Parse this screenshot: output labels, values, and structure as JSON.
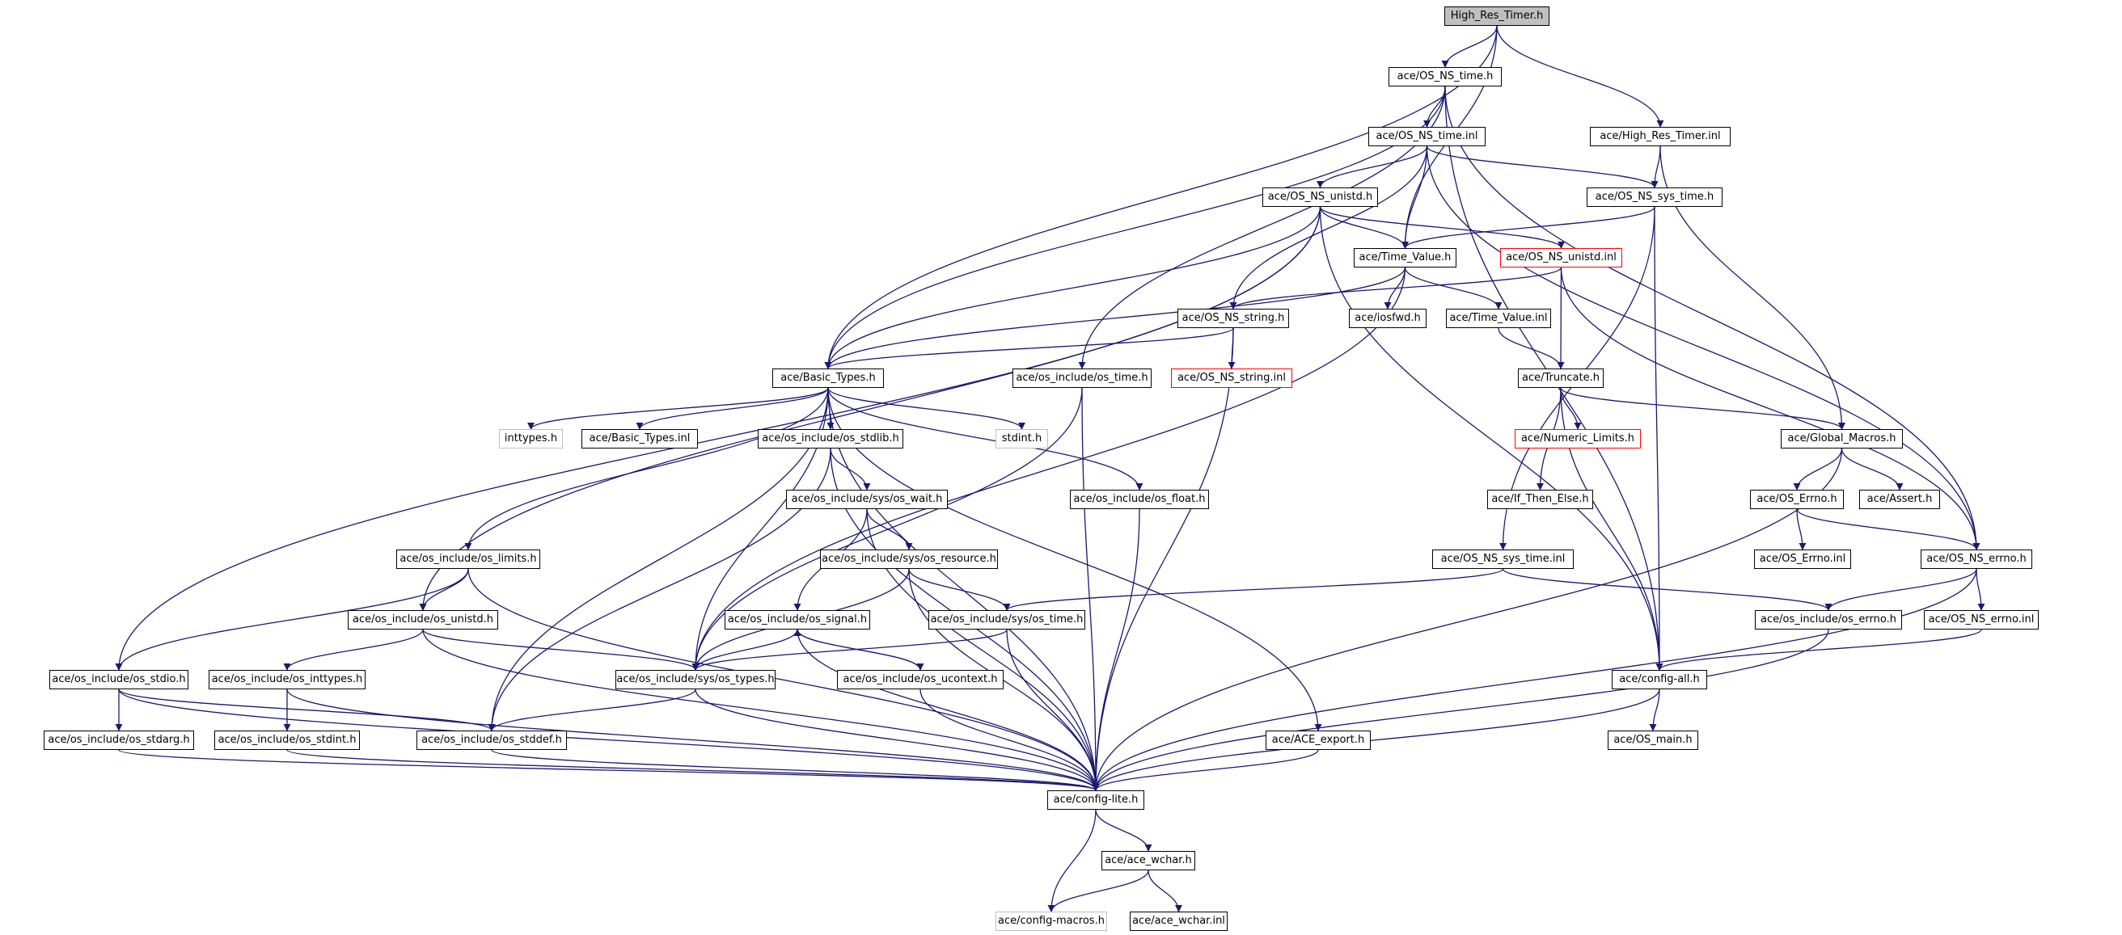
{
  "colors": {
    "edge": "#191970",
    "box_border": "#000000",
    "root_fill": "#bfbfbf",
    "truncated_border": "#ff0000",
    "external_border": "#bfbfbf"
  },
  "nodes": {
    "high_res_timer_h": "High_Res_Timer.h",
    "os_ns_time_h": "ace/OS_NS_time.h",
    "os_ns_time_inl": "ace/OS_NS_time.inl",
    "high_res_timer_inl": "ace/High_Res_Timer.inl",
    "os_ns_unistd_h": "ace/OS_NS_unistd.h",
    "os_ns_sys_time_h": "ace/OS_NS_sys_time.h",
    "time_value_h": "ace/Time_Value.h",
    "os_ns_unistd_inl": "ace/OS_NS_unistd.inl",
    "os_ns_string_h": "ace/OS_NS_string.h",
    "iosfwd_h": "ace/iosfwd.h",
    "time_value_inl": "ace/Time_Value.inl",
    "basic_types_h": "ace/Basic_Types.h",
    "os_include_os_time_h": "ace/os_include/os_time.h",
    "os_ns_string_inl": "ace/OS_NS_string.inl",
    "truncate_h": "ace/Truncate.h",
    "inttypes_h": "inttypes.h",
    "basic_types_inl": "ace/Basic_Types.inl",
    "os_stdlib_h": "ace/os_include/os_stdlib.h",
    "stdint_h": "stdint.h",
    "numeric_limits_h": "ace/Numeric_Limits.h",
    "global_macros_h": "ace/Global_Macros.h",
    "os_sys_wait_h": "ace/os_include/sys/os_wait.h",
    "os_float_h": "ace/os_include/os_float.h",
    "if_then_else_h": "ace/If_Then_Else.h",
    "os_errno_h": "ace/OS_Errno.h",
    "assert_h": "ace/Assert.h",
    "os_limits_h": "ace/os_include/os_limits.h",
    "os_sys_resource_h": "ace/os_include/sys/os_resource.h",
    "os_ns_sys_time_inl": "ace/OS_NS_sys_time.inl",
    "os_errno_inl": "ace/OS_Errno.inl",
    "os_ns_errno_h": "ace/OS_NS_errno.h",
    "os_unistd_h": "ace/os_include/os_unistd.h",
    "os_signal_h": "ace/os_include/os_signal.h",
    "os_sys_time_h": "ace/os_include/sys/os_time.h",
    "os_include_errno_h": "ace/os_include/os_errno.h",
    "os_ns_errno_inl": "ace/OS_NS_errno.inl",
    "os_stdio_h": "ace/os_include/os_stdio.h",
    "os_inttypes_h": "ace/os_include/os_inttypes.h",
    "os_sys_types_h": "ace/os_include/sys/os_types.h",
    "os_ucontext_h": "ace/os_include/os_ucontext.h",
    "config_all_h": "ace/config-all.h",
    "os_stdarg_h": "ace/os_include/os_stdarg.h",
    "os_stdint_h": "ace/os_include/os_stdint.h",
    "os_stddef_h": "ace/os_include/os_stddef.h",
    "ace_export_h": "ace/ACE_export.h",
    "os_main_h": "ace/OS_main.h",
    "config_lite_h": "ace/config-lite.h",
    "ace_wchar_h": "ace/ace_wchar.h",
    "config_macros_h": "ace/config-macros.h",
    "ace_wchar_inl": "ace/ace_wchar.inl"
  }
}
